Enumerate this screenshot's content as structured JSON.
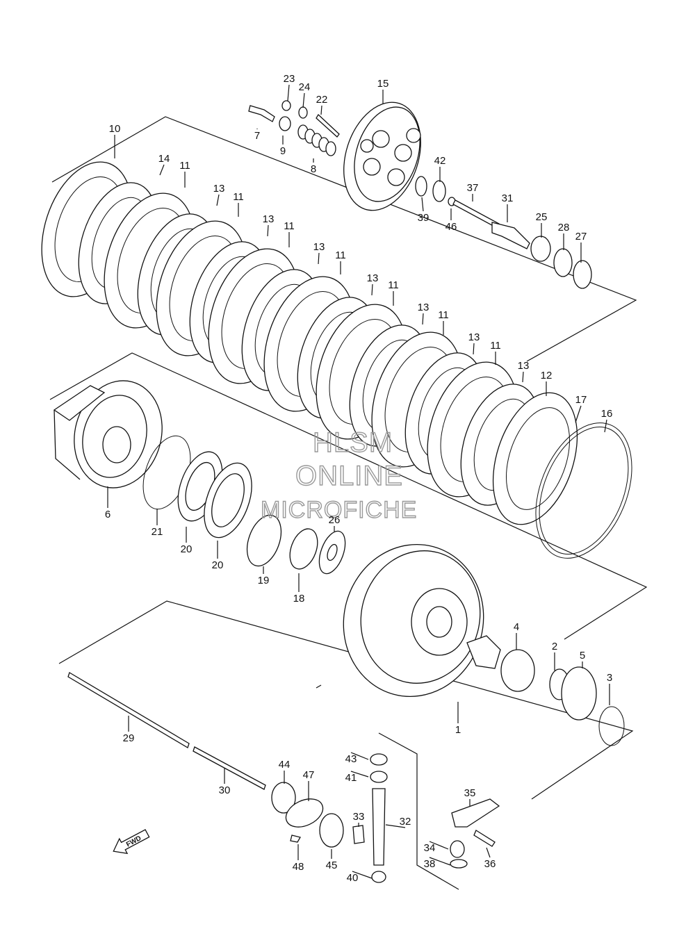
{
  "diagram": {
    "watermark": [
      "HLSM",
      "ONLINE",
      "MICROFICHE"
    ],
    "direction_label": "FWD",
    "part_numbers": [
      "1",
      "2",
      "3",
      "4",
      "5",
      "6",
      "7",
      "8",
      "9",
      "10",
      "11",
      "12",
      "13",
      "14",
      "15",
      "16",
      "17",
      "18",
      "19",
      "20",
      "21",
      "22",
      "23",
      "24",
      "25",
      "26",
      "27",
      "28",
      "29",
      "30",
      "31",
      "32",
      "33",
      "34",
      "35",
      "36",
      "37",
      "38",
      "39",
      "40",
      "41",
      "42",
      "43",
      "44",
      "45",
      "46",
      "47",
      "48"
    ],
    "callouts": [
      {
        "id": "c10",
        "text": "10"
      },
      {
        "id": "c14",
        "text": "14"
      },
      {
        "id": "c11a",
        "text": "11"
      },
      {
        "id": "c13a",
        "text": "13"
      },
      {
        "id": "c11b",
        "text": "11"
      },
      {
        "id": "c13b",
        "text": "13"
      },
      {
        "id": "c11c",
        "text": "11"
      },
      {
        "id": "c13c",
        "text": "13"
      },
      {
        "id": "c11d",
        "text": "11"
      },
      {
        "id": "c13d",
        "text": "13"
      },
      {
        "id": "c11e",
        "text": "11"
      },
      {
        "id": "c13e",
        "text": "13"
      },
      {
        "id": "c11f",
        "text": "11"
      },
      {
        "id": "c13f",
        "text": "13"
      },
      {
        "id": "c11g",
        "text": "11"
      },
      {
        "id": "c13g",
        "text": "13"
      },
      {
        "id": "c12",
        "text": "12"
      },
      {
        "id": "c17",
        "text": "17"
      },
      {
        "id": "c16",
        "text": "16"
      },
      {
        "id": "c23",
        "text": "23"
      },
      {
        "id": "c24",
        "text": "24"
      },
      {
        "id": "c22",
        "text": "22"
      },
      {
        "id": "c15",
        "text": "15"
      },
      {
        "id": "c7",
        "text": "7"
      },
      {
        "id": "c9",
        "text": "9"
      },
      {
        "id": "c8",
        "text": "8"
      },
      {
        "id": "c42",
        "text": "42"
      },
      {
        "id": "c37",
        "text": "37"
      },
      {
        "id": "c31",
        "text": "31"
      },
      {
        "id": "c39",
        "text": "39"
      },
      {
        "id": "c46",
        "text": "46"
      },
      {
        "id": "c25",
        "text": "25"
      },
      {
        "id": "c28",
        "text": "28"
      },
      {
        "id": "c27",
        "text": "27"
      },
      {
        "id": "c6",
        "text": "6"
      },
      {
        "id": "c21",
        "text": "21"
      },
      {
        "id": "c20a",
        "text": "20"
      },
      {
        "id": "c20b",
        "text": "20"
      },
      {
        "id": "c19",
        "text": "19"
      },
      {
        "id": "c18",
        "text": "18"
      },
      {
        "id": "c26",
        "text": "26"
      },
      {
        "id": "c4",
        "text": "4"
      },
      {
        "id": "c2",
        "text": "2"
      },
      {
        "id": "c5",
        "text": "5"
      },
      {
        "id": "c3",
        "text": "3"
      },
      {
        "id": "c1",
        "text": "1"
      },
      {
        "id": "c29",
        "text": "29"
      },
      {
        "id": "c30",
        "text": "30"
      },
      {
        "id": "c44",
        "text": "44"
      },
      {
        "id": "c47",
        "text": "47"
      },
      {
        "id": "c43",
        "text": "43"
      },
      {
        "id": "c41",
        "text": "41"
      },
      {
        "id": "c33",
        "text": "33"
      },
      {
        "id": "c32",
        "text": "32"
      },
      {
        "id": "c35",
        "text": "35"
      },
      {
        "id": "c34",
        "text": "34"
      },
      {
        "id": "c38",
        "text": "38"
      },
      {
        "id": "c36",
        "text": "36"
      },
      {
        "id": "c40",
        "text": "40"
      },
      {
        "id": "c45",
        "text": "45"
      },
      {
        "id": "c48",
        "text": "48"
      }
    ]
  }
}
